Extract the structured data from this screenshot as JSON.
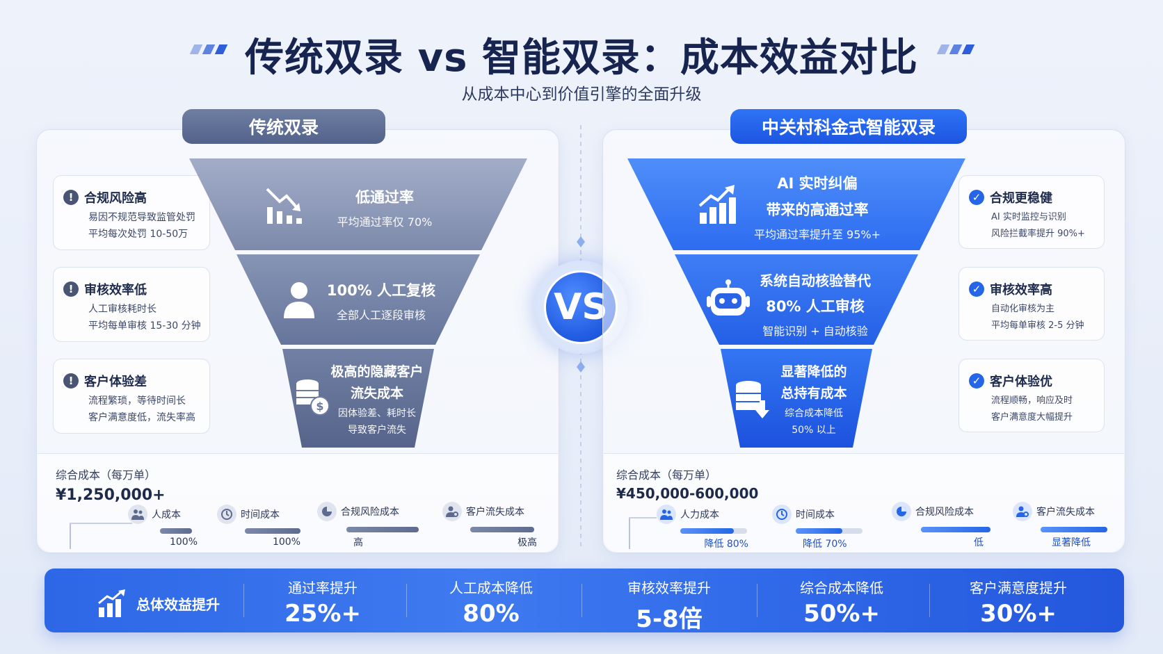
{
  "header": {
    "title": "传统双录 vs 智能双录：成本效益对比",
    "subtitle": "从成本中心到价值引擎的全面升级"
  },
  "vs_label": "VS",
  "left": {
    "tab": "传统双录",
    "cards": [
      {
        "title": "合规风险高",
        "lines": [
          "易因不规范导致监管处罚",
          "平均每次处罚 10-50万"
        ],
        "icon": "exclamation-icon"
      },
      {
        "title": "审核效率低",
        "lines": [
          "人工审核耗时长",
          "平均每单审核 15-30 分钟"
        ],
        "icon": "exclamation-icon"
      },
      {
        "title": "客户体验差",
        "lines": [
          "流程繁琐，等待时间长",
          "客户满意度低，流失率高"
        ],
        "icon": "exclamation-icon"
      }
    ],
    "funnel": [
      {
        "main": [
          "低通过率"
        ],
        "sub": [
          "平均通过率仅 70%"
        ],
        "icon": "chart-down-icon"
      },
      {
        "main": [
          "100% 人工复核"
        ],
        "sub": [
          "全部人工逐段审核"
        ],
        "icon": "person-icon"
      },
      {
        "main": [
          "极高的隐藏客户",
          "流失成本"
        ],
        "sub": [
          "因体验差、耗时长",
          "导致客户流失"
        ],
        "icon": "coins-icon"
      }
    ],
    "cost": {
      "label": "综合成本（每万单）",
      "value": "¥1,250,000+",
      "items": [
        {
          "name": "人成本",
          "value": "100%",
          "fill": 1.0,
          "icon": "people-icon"
        },
        {
          "name": "时间成本",
          "value": "100%",
          "fill": 1.0,
          "icon": "clock-icon"
        },
        {
          "name": "合规风险成本",
          "value": "高",
          "fill": 1.0,
          "icon": "pie-icon"
        },
        {
          "name": "客户流失成本",
          "value": "极高",
          "fill": 1.0,
          "icon": "user-gear-icon"
        }
      ]
    }
  },
  "right": {
    "tab": "中关村科金式智能双录",
    "cards": [
      {
        "title": "合规更稳健",
        "lines": [
          "AI 实时监控与识别",
          "风险拦截率提升 90%+"
        ],
        "icon": "check-icon"
      },
      {
        "title": "审核效率高",
        "lines": [
          "自动化审核为主",
          "平均每单审核 2-5 分钟"
        ],
        "icon": "check-icon"
      },
      {
        "title": "客户体验优",
        "lines": [
          "流程顺畅，响应及时",
          "客户满意度大幅提升"
        ],
        "icon": "check-icon"
      }
    ],
    "funnel": [
      {
        "main": [
          "AI 实时纠偏",
          "带来的高通过率"
        ],
        "sub": [
          "平均通过率提升至 95%+"
        ],
        "icon": "chart-up-icon"
      },
      {
        "main": [
          "系统自动核验替代",
          "80% 人工审核"
        ],
        "sub": [
          "智能识别 + 自动核验"
        ],
        "icon": "robot-icon"
      },
      {
        "main": [
          "显著降低的",
          "总持有成本"
        ],
        "sub": [
          "综合成本降低",
          "50% 以上"
        ],
        "icon": "database-down-icon"
      }
    ],
    "cost": {
      "label": "综合成本（每万单）",
      "value": "¥450,000-600,000",
      "items": [
        {
          "name": "人力成本",
          "value": "降低 80%",
          "fill": 0.2,
          "icon": "people-icon"
        },
        {
          "name": "时间成本",
          "value": "降低 70%",
          "fill": 0.3,
          "icon": "clock-icon"
        },
        {
          "name": "合规风险成本",
          "value": "低",
          "fill": 0.25,
          "icon": "pie-icon"
        },
        {
          "name": "客户流失成本",
          "value": "显著降低",
          "fill": 0.2,
          "icon": "user-gear-icon"
        }
      ]
    }
  },
  "bottom": {
    "headline": "总体效益提升",
    "metrics": [
      {
        "label": "通过率提升",
        "value": "25%+"
      },
      {
        "label": "人工成本降低",
        "value": "80%"
      },
      {
        "label": "审核效率提升",
        "value": "5-8倍"
      },
      {
        "label": "综合成本降低",
        "value": "50%+"
      },
      {
        "label": "客户满意度提升",
        "value": "30%+"
      }
    ]
  },
  "colors": {
    "gray_funnel": [
      "#8e9bb9",
      "#7282a6",
      "#5d6d94"
    ],
    "blue_funnel": [
      "#3f82f7",
      "#2f6ef0",
      "#2058e2"
    ],
    "accent": "#2466e6"
  }
}
